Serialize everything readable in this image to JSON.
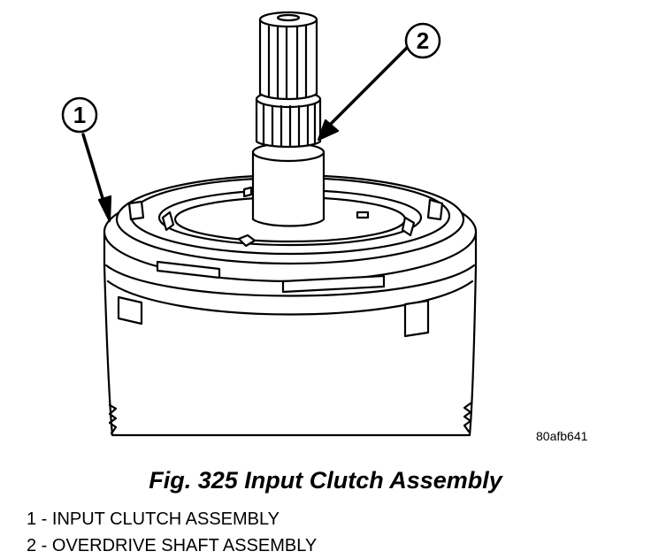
{
  "diagram": {
    "callouts": [
      {
        "number": "1"
      },
      {
        "number": "2"
      }
    ],
    "image_code": "80afb641",
    "caption": "Fig. 325 Input Clutch Assembly",
    "legend": [
      "1 - INPUT CLUTCH ASSEMBLY",
      "2 - OVERDRIVE SHAFT ASSEMBLY"
    ]
  }
}
